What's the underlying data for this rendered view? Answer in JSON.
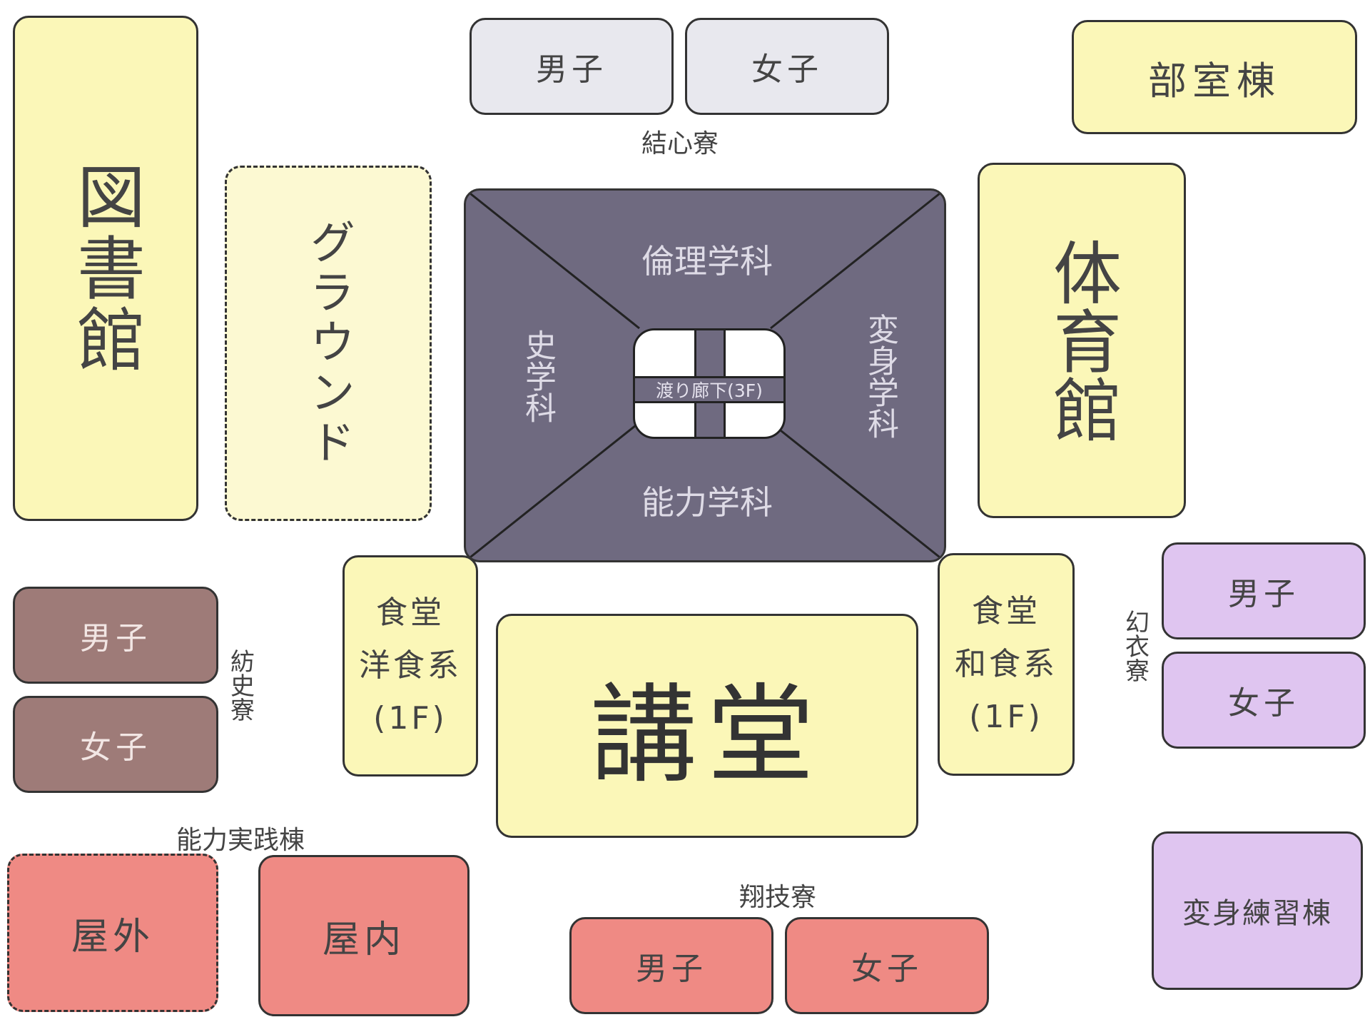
{
  "colors": {
    "yellow": "#fbf7b8",
    "gray_dorm": "#e8e8ee",
    "brown": "#9e7b78",
    "red": "#ef8a84",
    "purple": "#dfc5f0",
    "center": "#6f6a80",
    "stroke": "#333333",
    "text": "#444444"
  },
  "library": "図書館",
  "ground": "グラウンド",
  "kesshin_dorm": {
    "name": "結心寮",
    "male": "男子",
    "female": "女子"
  },
  "club_building": "部室棟",
  "gymnasium": "体育館",
  "center_building": {
    "top": "倫理学科",
    "left": "史学科",
    "right": "変身学科",
    "bottom": "能力学科",
    "corridor": "渡り廊下(3F)"
  },
  "cafeteria_west": {
    "line1": "食堂",
    "line2": "洋食系",
    "line3": "(1F)"
  },
  "cafeteria_japanese": {
    "line1": "食堂",
    "line2": "和食系",
    "line3": "(1F)"
  },
  "auditorium": "講堂",
  "boshi_dorm": {
    "name": "紡史寮",
    "male": "男子",
    "female": "女子"
  },
  "gen_i_dorm": {
    "name": "幻衣寮",
    "male": "男子",
    "female": "女子"
  },
  "ability_practice": {
    "name": "能力実践棟",
    "outdoor": "屋外",
    "indoor": "屋内"
  },
  "shougi_dorm": {
    "name": "翔技寮",
    "male": "男子",
    "female": "女子"
  },
  "transform_practice": "変身練習棟"
}
